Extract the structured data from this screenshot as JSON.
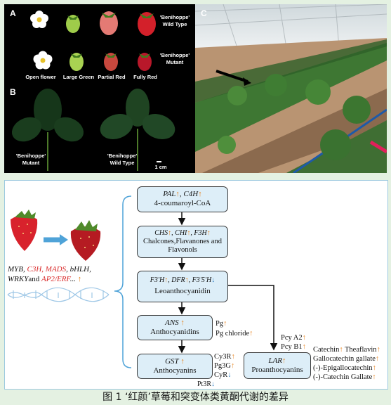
{
  "photos": {
    "label_a": "A",
    "label_b": "B",
    "label_c": "C",
    "wild_type": "'Benihoppe'\nWild Type",
    "mutant": "'Benihoppe'\nMutant",
    "stages": [
      "Open flower",
      "Large Green",
      "Partial Red",
      "Fully Red"
    ],
    "leaf_mutant": "'Benihoppe'\nMutant",
    "leaf_wild": "'Benihoppe'\nWild Type",
    "scale": "1 cm"
  },
  "regulators": {
    "line1_a": "MYB, ",
    "line1_b": "C3H, ",
    "line1_c": "MADS",
    "line1_d": ", bHLH,",
    "line2_a": "WRKY",
    "line2_b": "and ",
    "line2_c": "AP2/ERF",
    "line2_d": "... "
  },
  "pathway": {
    "box1_g1": "PAL",
    "box1_g2": "C4H",
    "box1_text": "4-coumaroyl-CoA",
    "box2_g1": "CHS",
    "box2_g2": "CHI",
    "box2_g3": "F3H",
    "box2_text": "Chalcones,Flavanones and Flavonols",
    "box3_g1": "F3'H",
    "box3_g2": "DFR",
    "box3_g3": "F3'5'H",
    "box3_text": "Leoanthocyanidin",
    "box4_g1": "ANS",
    "box4_text": "Anthocyanidins",
    "box5_g1": "GST",
    "box5_text": "Anthocyanins",
    "box6_g1": "LAR",
    "box6_text": "Proanthocyanins"
  },
  "metabolites": {
    "pg": "Pg",
    "pg_chloride": "Pg chloride",
    "cy3r": "Cy3R",
    "pg3g": "Pg3G",
    "cyr": "CyR",
    "pt3r": "Pt3R",
    "pcy_a2": "Pcy A2",
    "pcy_b1": "Pcy B1",
    "catechin": "Catechin",
    "theaflavin": "Theaflavin",
    "gallocatechin": "Gallocatechin gallate",
    "epigallocatechin": "(-)-Epigallocatechin",
    "catechin_gallate": "(-)-Catechin Gallate"
  },
  "symbols": {
    "up": "↑",
    "down": "↓"
  },
  "colors": {
    "up": "#e8811a",
    "down": "#2f7fc4",
    "highlight_gene": "#d92a2a",
    "box_fill": "#ddeef8"
  },
  "caption": "图 1 ‘红颜’草莓和突变体类黄酮代谢的差异"
}
